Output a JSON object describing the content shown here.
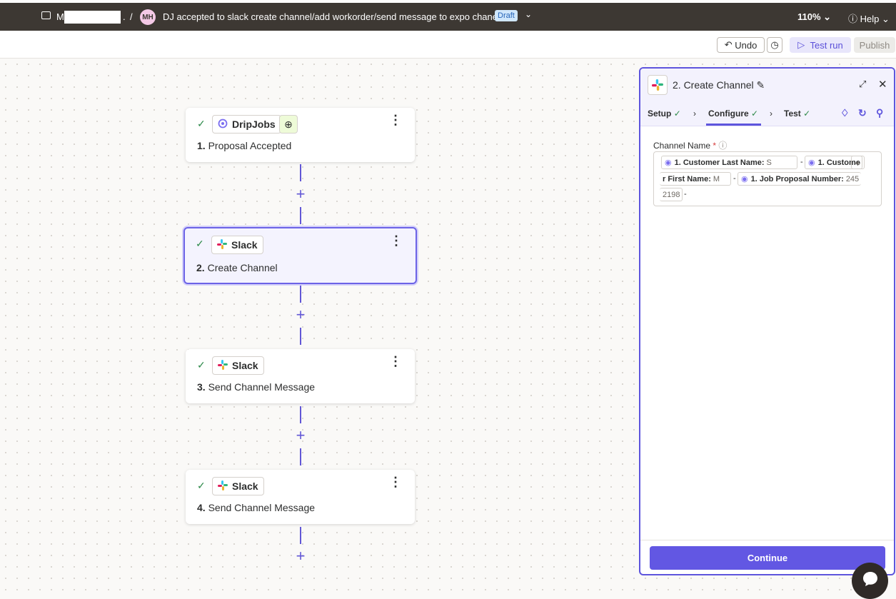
{
  "topbar": {
    "folder_name": "M",
    "dot": ".",
    "slash": "/",
    "avatar_initials": "MH",
    "zap_title": "DJ accepted to slack create channel/add workorder/send message to expo chanel",
    "status_badge": "Draft",
    "zoom_label": "110%",
    "help_label": "Help"
  },
  "toolbar": {
    "undo_label": "Undo",
    "test_run_label": "Test run",
    "publish_label": "Publish"
  },
  "steps": [
    {
      "app": "DripJobs",
      "number": "1.",
      "title": "Proposal Accepted"
    },
    {
      "app": "Slack",
      "number": "2.",
      "title": "Create Channel"
    },
    {
      "app": "Slack",
      "number": "3.",
      "title": "Send Channel Message"
    },
    {
      "app": "Slack",
      "number": "4.",
      "title": "Send Channel Message"
    }
  ],
  "panel": {
    "title": "2. Create Channel",
    "tabs": [
      "Setup",
      "Configure",
      "Test"
    ],
    "active_tab": "Configure",
    "field_label": "Channel Name",
    "required_mark": "*",
    "pills": [
      {
        "label": "1. Customer Last Name:",
        "value": "S"
      },
      {
        "label": "1. Custome",
        "value": ""
      },
      {
        "label": "r First Name:",
        "value": "M"
      },
      {
        "label": "1. Job Proposal Number:",
        "value": "245"
      },
      {
        "label": "",
        "value": "2198"
      }
    ],
    "separator": "-",
    "continue_label": "Continue"
  },
  "colors": {
    "accent": "#6257e3",
    "topbar": "#3d3833",
    "success": "#2e8a4a",
    "draft_badge": "#cfe6fb"
  }
}
